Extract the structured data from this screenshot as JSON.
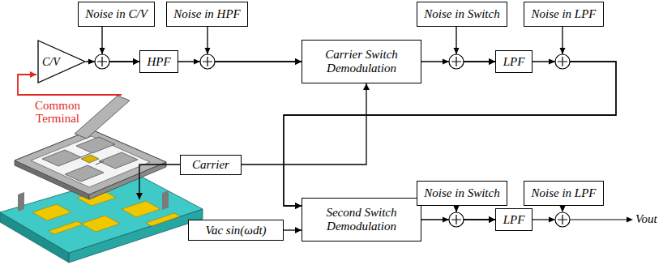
{
  "diagram": {
    "nodes": [
      {
        "text": [
          "C/V"
        ]
      },
      {
        "text": [
          "Noise in C/V"
        ]
      },
      {
        "text": [
          "Noise in HPF"
        ]
      },
      {
        "text": [
          "HPF"
        ]
      },
      {
        "text": [
          "Carrier Switch Demodulation"
        ]
      },
      {
        "text": [
          "Noise in Switch"
        ]
      },
      {
        "text": [
          "LPF"
        ]
      },
      {
        "text": [
          "Noise in LPF"
        ]
      },
      {
        "text": [
          "Carrier"
        ]
      },
      {
        "text": [
          "Vac sin(ωdt)"
        ]
      },
      {
        "text": [
          "Second Switch Demodulation"
        ]
      },
      {
        "text": [
          "Noise in Switch"
        ]
      },
      {
        "text": [
          "LPF"
        ]
      },
      {
        "text": [
          "Noise in LPF"
        ]
      }
    ],
    "edges": [
      {
        "from": 0,
        "to": 3,
        "arrow": "to"
      },
      {
        "from": 1,
        "to": 3,
        "arrow": "to"
      },
      {
        "from": 3,
        "to": 4,
        "arrow": "to"
      },
      {
        "from": 2,
        "to": 4,
        "arrow": "to"
      },
      {
        "from": 4,
        "to": 6,
        "arrow": "to"
      },
      {
        "from": 5,
        "to": 6,
        "arrow": "to"
      },
      {
        "from": 6,
        "to": 10,
        "arrow": "to"
      },
      {
        "from": 7,
        "to": 10,
        "arrow": "to"
      },
      {
        "from": 8,
        "to": 4,
        "arrow": "to"
      },
      {
        "from": 9,
        "to": 10,
        "arrow": "to"
      },
      {
        "from": 10,
        "to": 12,
        "arrow": "to"
      },
      {
        "from": 11,
        "to": 12,
        "arrow": "to"
      }
    ],
    "labels": [
      "Common Terminal",
      "Vout"
    ]
  }
}
